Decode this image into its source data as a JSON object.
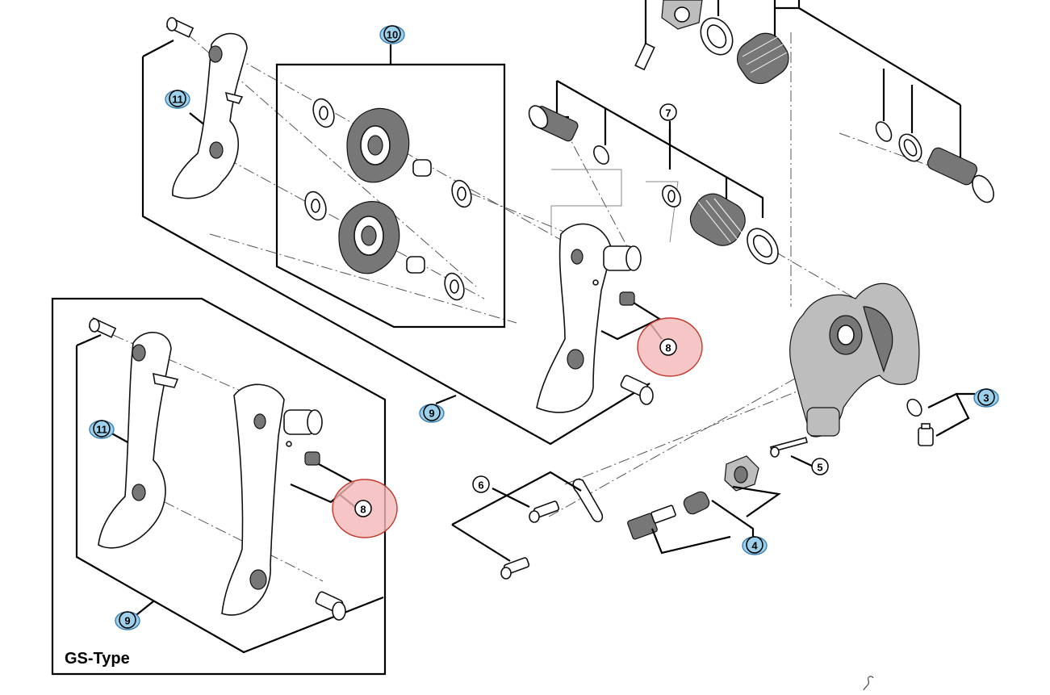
{
  "panel": {
    "label": "GS-Type"
  },
  "callouts": [
    {
      "id": "c10",
      "number": "10",
      "style": "blue"
    },
    {
      "id": "c11a",
      "number": "11",
      "style": "blue"
    },
    {
      "id": "c7",
      "number": "7",
      "style": "plain"
    },
    {
      "id": "c8a",
      "number": "8",
      "style": "red"
    },
    {
      "id": "c9a",
      "number": "9",
      "style": "blue"
    },
    {
      "id": "c3",
      "number": "3",
      "style": "blue"
    },
    {
      "id": "c5",
      "number": "5",
      "style": "plain"
    },
    {
      "id": "c6",
      "number": "6",
      "style": "plain"
    },
    {
      "id": "c4",
      "number": "4",
      "style": "blue"
    },
    {
      "id": "c11b",
      "number": "11",
      "style": "blue"
    },
    {
      "id": "c8b",
      "number": "8",
      "style": "red"
    },
    {
      "id": "c9b",
      "number": "9",
      "style": "blue"
    }
  ],
  "colors": {
    "highlight_blue": "#9dd0ea",
    "highlight_red": "#f4b6b8",
    "line": "#000000"
  }
}
